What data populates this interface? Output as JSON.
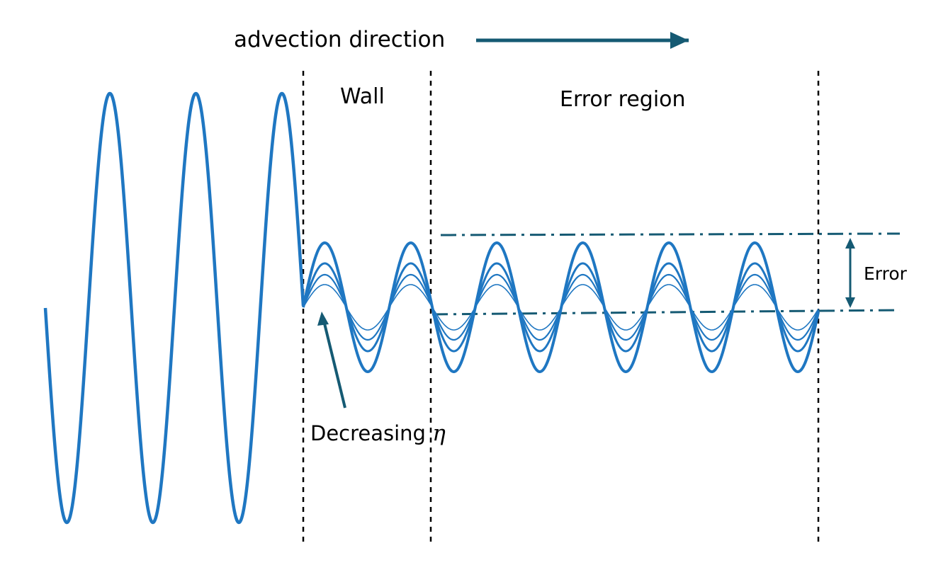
{
  "labels": {
    "advection": "advection direction",
    "wall": "Wall",
    "error_region": "Error region",
    "error": "Error",
    "decreasing": "Decreasing ",
    "eta": "η"
  },
  "colors": {
    "wave": "#1f77c2",
    "accent": "#155a73",
    "divider": "#000000"
  }
}
